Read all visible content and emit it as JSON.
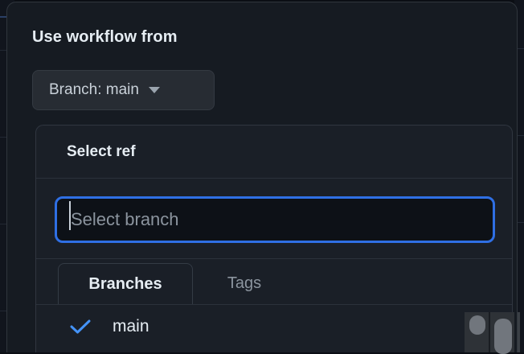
{
  "modal": {
    "title": "Use workflow from",
    "branch_button": {
      "label": "Branch: main",
      "caret_icon": "chevron-down-icon"
    }
  },
  "ref_panel": {
    "header_title": "Select ref",
    "search": {
      "placeholder": "Select branch",
      "value": "",
      "focused": true
    },
    "tabs": [
      {
        "label": "Branches",
        "active": true
      },
      {
        "label": "Tags",
        "active": false
      }
    ],
    "items": [
      {
        "label": "main",
        "selected": true,
        "check_icon": "check-icon"
      }
    ]
  },
  "colors": {
    "modal_bg": "#161b22",
    "panel_bg": "#1a1f27",
    "page_bg": "#0b0e14",
    "border": "#30363d",
    "focus_blue": "#2f6fe4",
    "check_blue": "#4493f8",
    "text_primary": "#e6edf3",
    "text_muted": "#8b949e",
    "button_bg": "#272c33",
    "scrollbar_thumb": "#71767d"
  }
}
